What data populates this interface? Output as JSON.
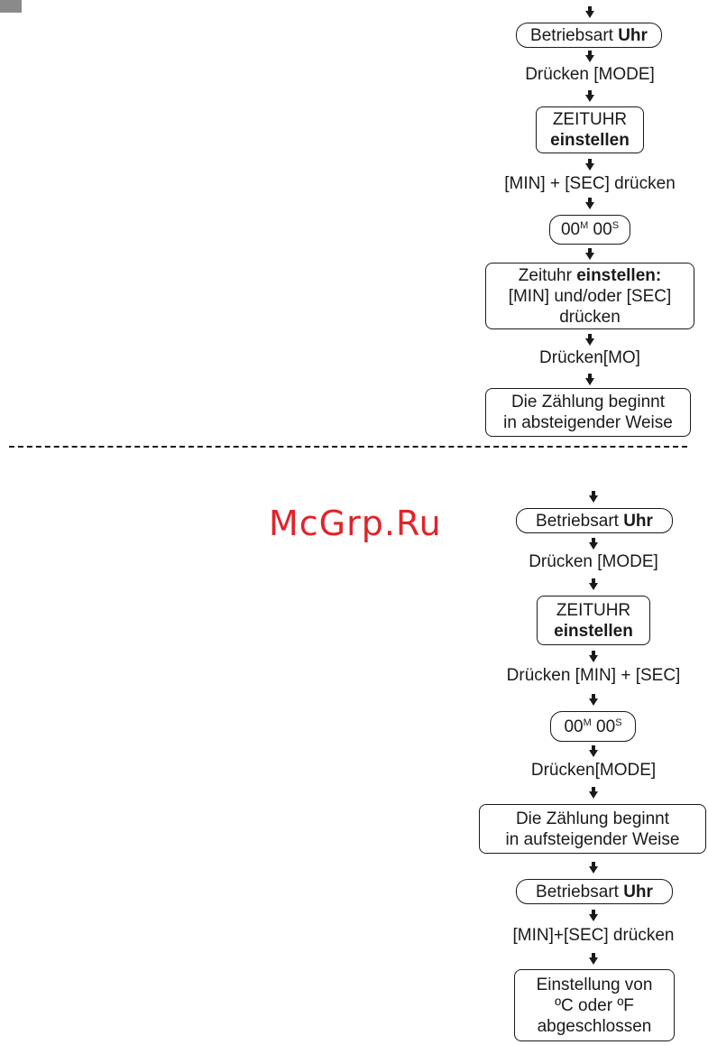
{
  "watermark": "McGrp.Ru",
  "flow1": {
    "mode_uhr_prefix": "Betriebsart ",
    "mode_uhr_bold": "Uhr",
    "press_mode": "Drücken [MODE]",
    "zeituhr_line1": "ZEITUHR",
    "zeituhr_line2": "einstellen",
    "press_min_sec": "[MIN] + [SEC] drücken",
    "display_min": "00",
    "display_min_unit": "M",
    "display_sec": "00",
    "display_sec_unit": "S",
    "set_timer_prefix": "Zeituhr ",
    "set_timer_bold": "einstellen:",
    "set_timer_line2": "[MIN] und/oder [SEC]",
    "set_timer_line3": "drücken",
    "press_mo": "Drücken[MO]",
    "count_down_line1": "Die Zählung beginnt",
    "count_down_line2": "in absteigender Weise"
  },
  "flow2": {
    "mode_uhr_prefix": "Betriebsart ",
    "mode_uhr_bold": "Uhr",
    "press_mode": "Drücken [MODE]",
    "zeituhr_line1": "ZEITUHR",
    "zeituhr_line2": "einstellen",
    "press_min_sec": "Drücken [MIN] + [SEC]",
    "display_min": "00",
    "display_min_unit": "M",
    "display_sec": "00",
    "display_sec_unit": "S",
    "press_mode2": "Drücken[MODE]",
    "count_up_line1": "Die Zählung beginnt",
    "count_up_line2": "in aufsteigender Weise",
    "mode_uhr2_prefix": "Betriebsart ",
    "mode_uhr2_bold": "Uhr",
    "press_min_sec2": "[MIN]+[SEC] drücken",
    "unit_set_line1": "Einstellung von",
    "unit_set_line2": "ºC oder ºF",
    "unit_set_line3": "abgeschlossen"
  }
}
